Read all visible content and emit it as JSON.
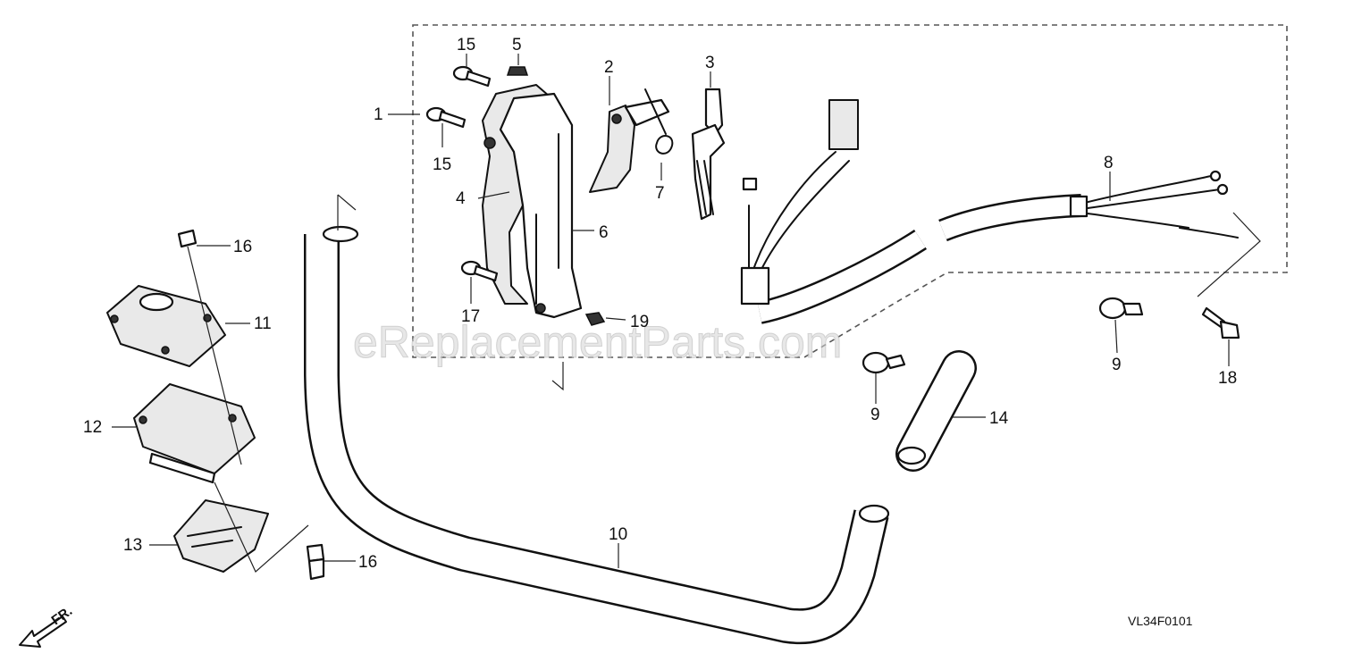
{
  "diagram": {
    "watermark": "eReplacementParts.com",
    "diagram_code": "VL34F0101",
    "direction_label": "FR.",
    "callouts": {
      "c1": "1",
      "c2": "2",
      "c3": "3",
      "c4": "4",
      "c5": "5",
      "c6": "6",
      "c7": "7",
      "c8": "8",
      "c9a": "9",
      "c9b": "9",
      "c10": "10",
      "c11": "11",
      "c12": "12",
      "c13": "13",
      "c14": "14",
      "c15a": "15",
      "c15b": "15",
      "c16a": "16",
      "c16b": "16",
      "c17": "17",
      "c18": "18",
      "c19": "19"
    }
  }
}
